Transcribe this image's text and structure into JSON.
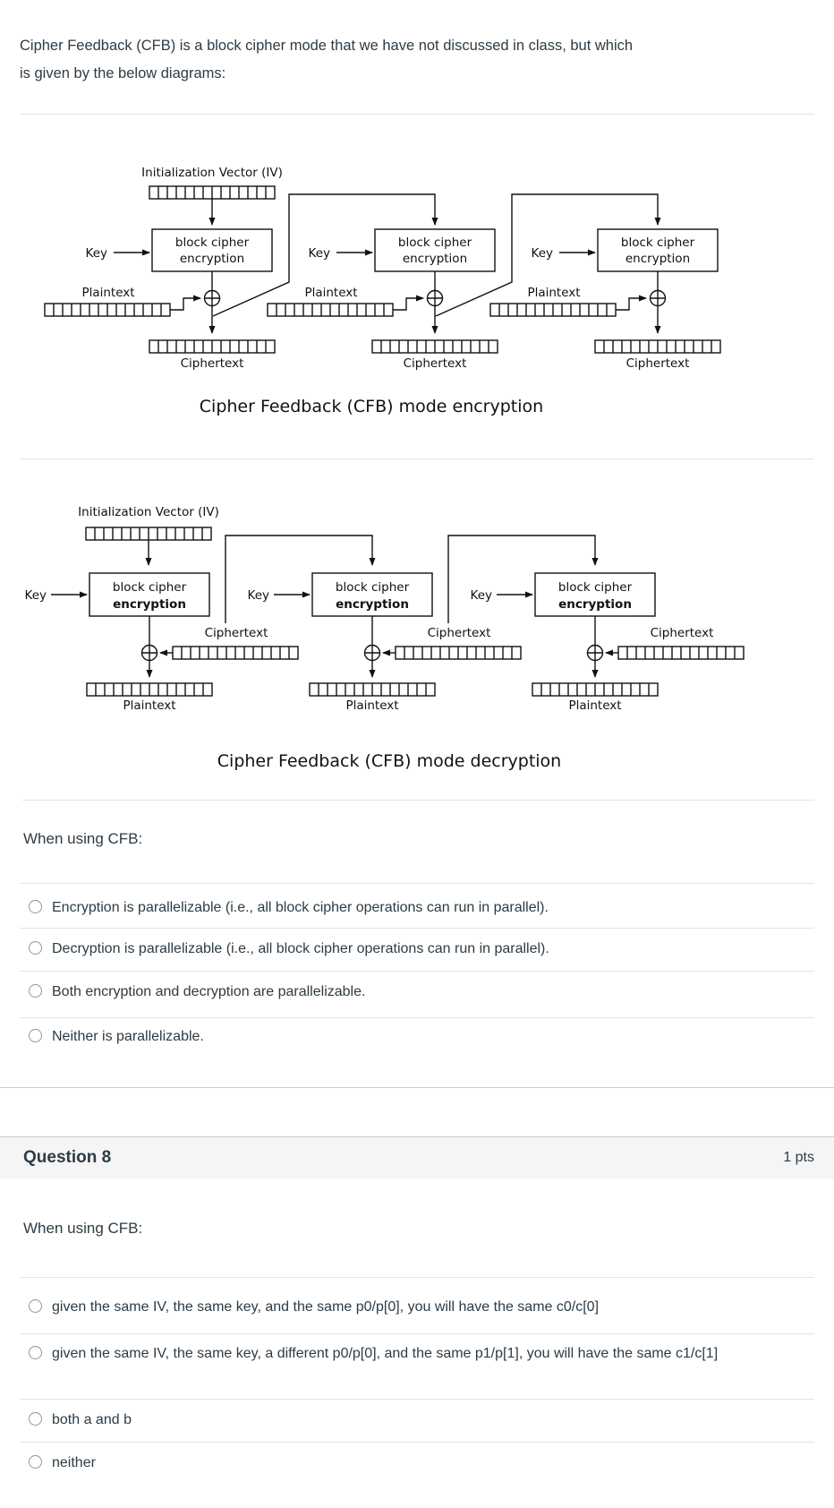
{
  "intro": {
    "lines": [
      "Cipher Feedback (CFB) is a block cipher mode that we have not discussed in class, but which",
      "is given by the below diagrams:"
    ]
  },
  "diagrams": {
    "iv_label": "Initialization Vector (IV)",
    "key_label": "Key",
    "plaintext_label": "Plaintext",
    "ciphertext_label": "Ciphertext",
    "box_line1": "block cipher",
    "box_line2": "encryption",
    "enc_caption": "Cipher Feedback (CFB) mode encryption",
    "dec_caption": "Cipher Feedback (CFB) mode decryption"
  },
  "question7": {
    "prompt": "When using CFB:",
    "options": [
      "Encryption is parallelizable (i.e., all block cipher operations can run in parallel).",
      "Decryption is parallelizable (i.e., all block cipher operations can run in parallel).",
      "Both encryption and decryption are parallelizable.",
      "Neither is parallelizable."
    ]
  },
  "question8": {
    "header": "Question 8",
    "points": "1 pts",
    "prompt": "When using CFB:",
    "options": [
      "given the same IV, the same key, and the same p0/p[0], you will have the same c0/c[0]",
      "given the same IV, the same key, a different p0/p[0], and the same p1/p[1], you will have the same c1/c[1]",
      "both a and b",
      "neither"
    ]
  },
  "colors": {
    "text": "#2D3B45",
    "header_bg": "#F5F5F5",
    "box_border": "#C7CDD1",
    "divider": "#E1E4E6"
  }
}
